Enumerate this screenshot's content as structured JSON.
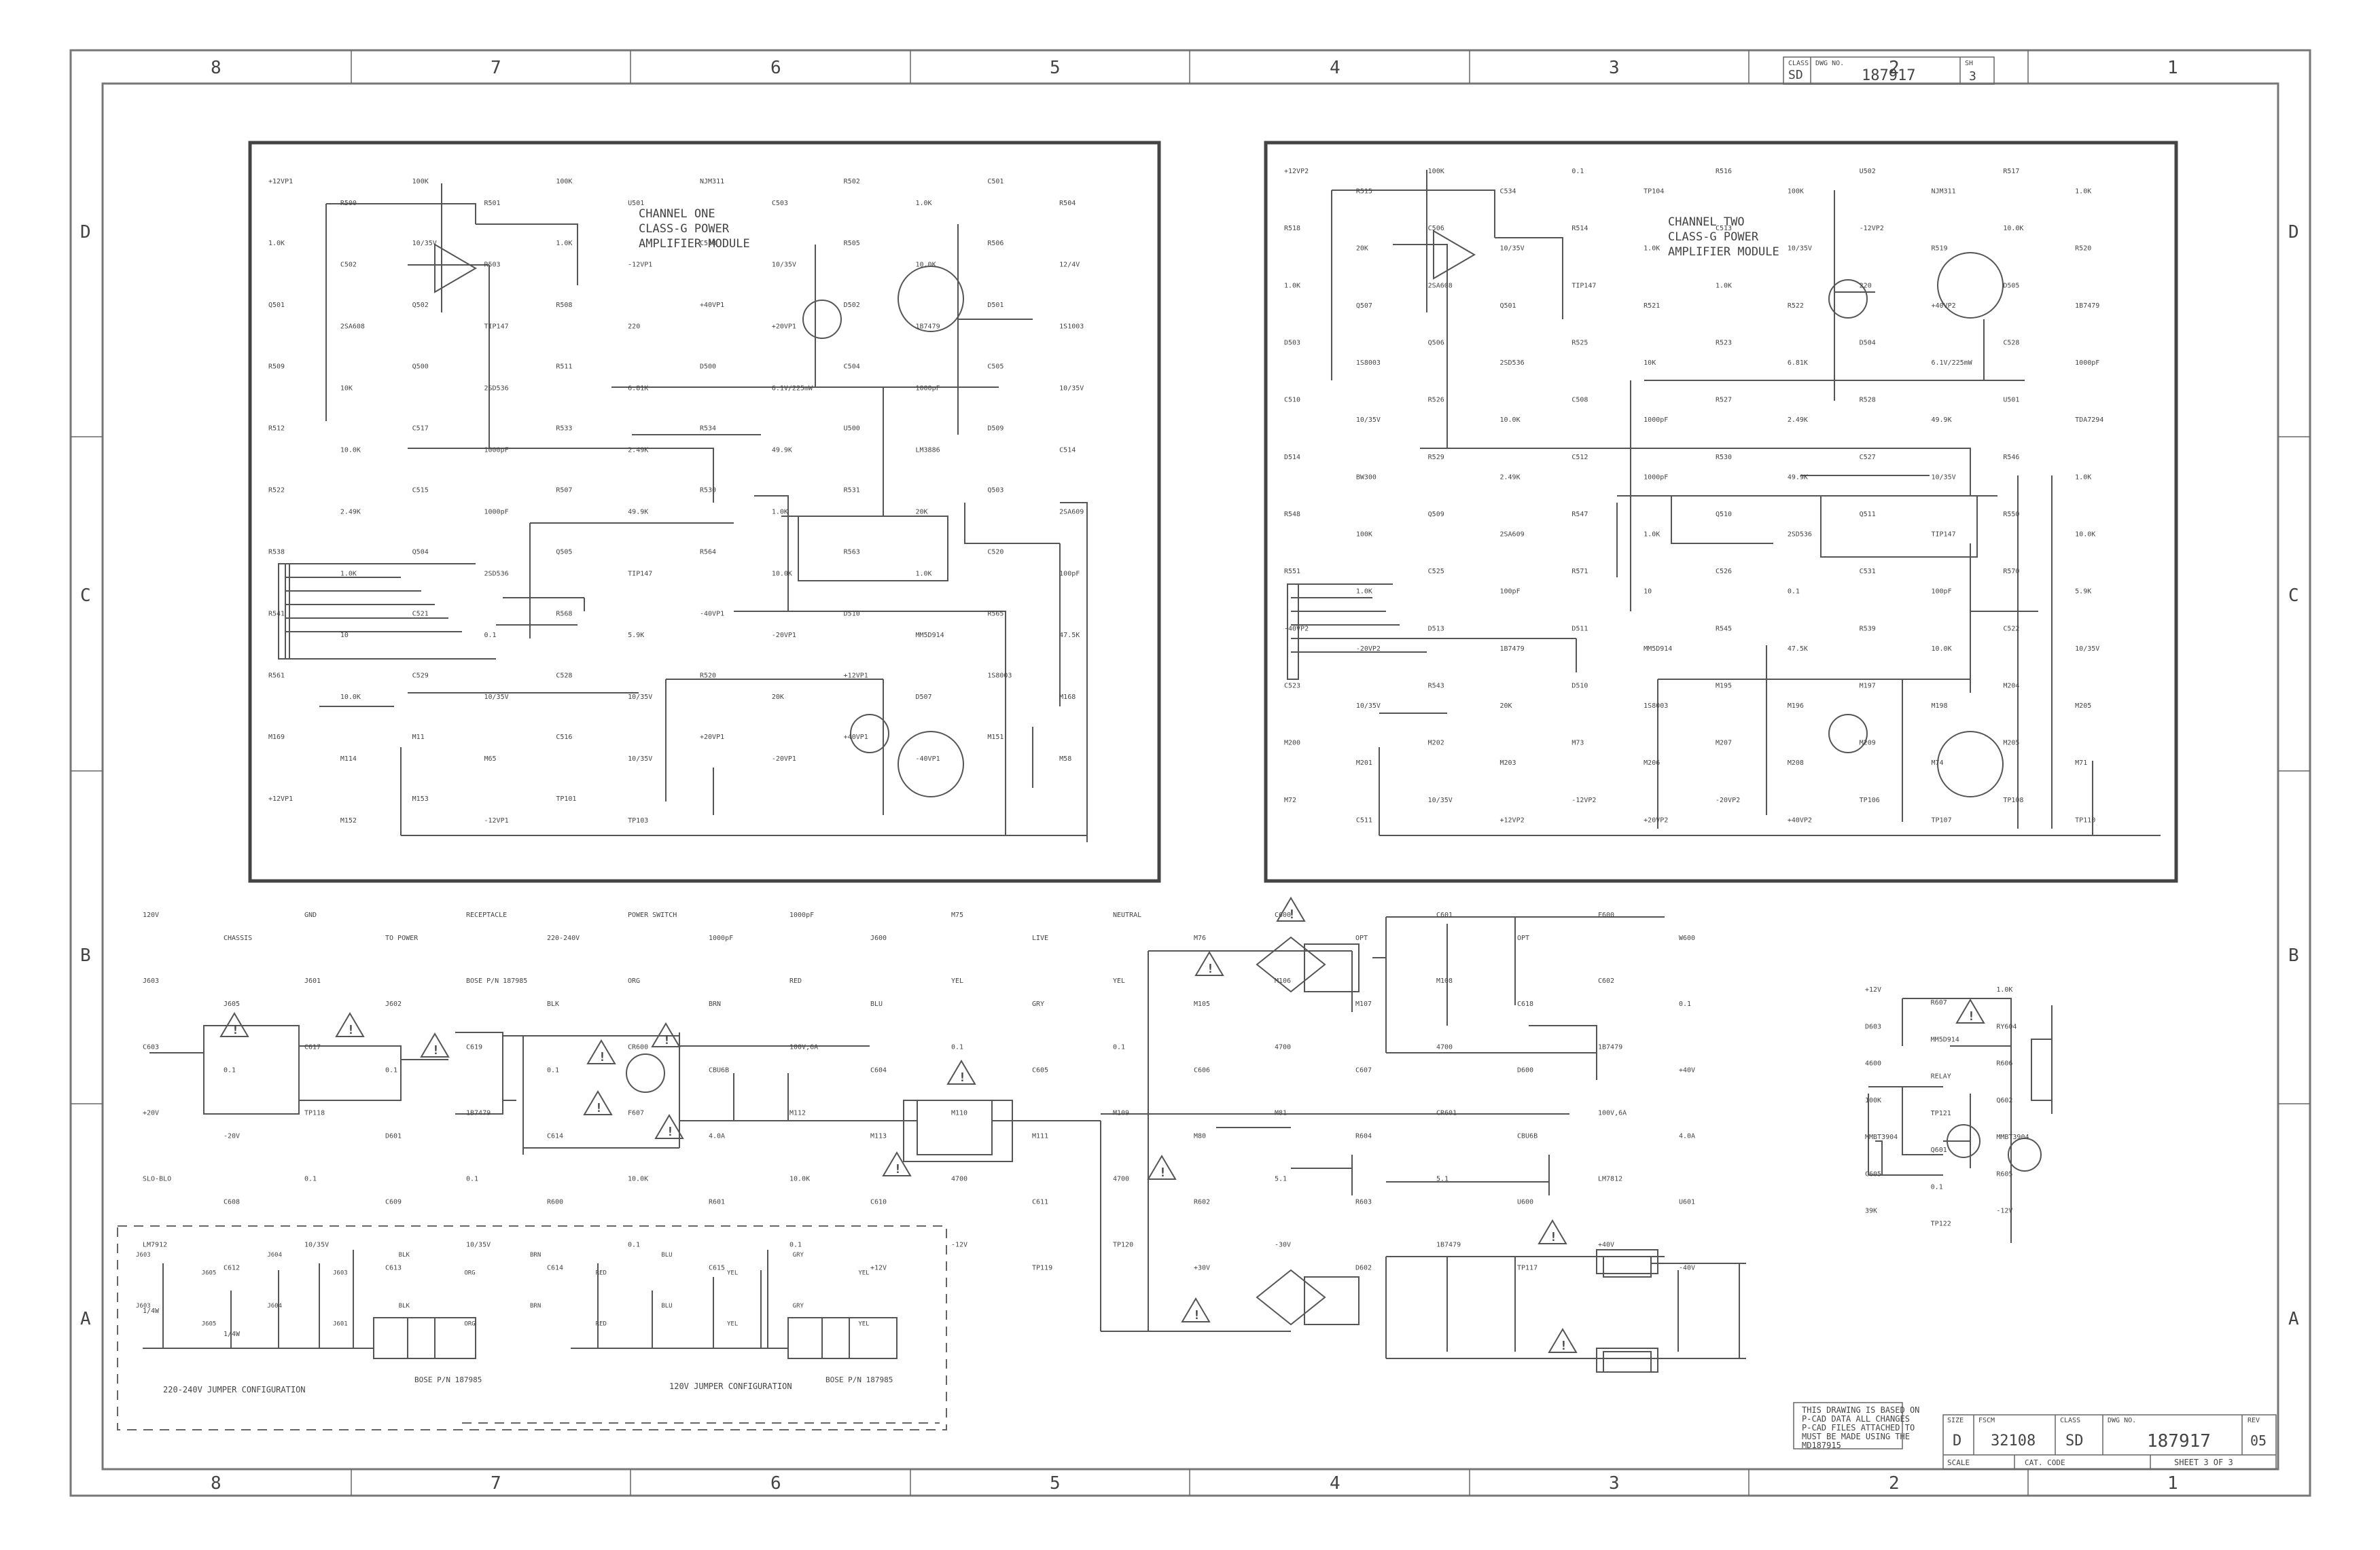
{
  "border": {
    "columns_top": [
      "8",
      "7",
      "6",
      "5",
      "4",
      "3",
      "2",
      "1"
    ],
    "columns_bottom": [
      "8",
      "7",
      "6",
      "5",
      "4",
      "3",
      "2",
      "1"
    ],
    "rows_left": [
      "D",
      "C",
      "B",
      "A"
    ],
    "rows_right": [
      "D",
      "C",
      "B",
      "A"
    ]
  },
  "header_block": {
    "class_label": "CLASS",
    "class_value": "SD",
    "dwg_label": "DWG NO.",
    "dwg_value": "187917",
    "sh_label": "SH",
    "sh_value": "3"
  },
  "title_block": {
    "note": [
      "THIS DRAWING IS BASED ON",
      "P-CAD DATA ALL CHANGES",
      "P-CAD FILES ATTACHED TO",
      "MUST BE MADE USING THE",
      "MD187915"
    ],
    "size_label": "SIZE",
    "size_value": "D",
    "fscm_label": "FSCM",
    "fscm_value": "32108",
    "class_label": "CLASS",
    "class_value": "SD",
    "dwg_label": "DWG NO.",
    "dwg_value": "187917",
    "rev_label": "REV",
    "rev_value": "05",
    "scale_label": "SCALE",
    "cat_label": "CAT. CODE",
    "sheet": "SHEET 3 OF 3"
  },
  "channel_one": {
    "title": [
      "CHANNEL ONE",
      "CLASS-G POWER",
      "AMPLIFIER MODULE"
    ],
    "labels": [
      {
        "t": "+12VP1"
      },
      {
        "t": "R500"
      },
      {
        "t": "100K"
      },
      {
        "t": "R501"
      },
      {
        "t": "100K"
      },
      {
        "t": "U501"
      },
      {
        "t": "NJM311"
      },
      {
        "t": "C503"
      },
      {
        "t": "R502"
      },
      {
        "t": "1.0K"
      },
      {
        "t": "C501"
      },
      {
        "t": "R504"
      },
      {
        "t": "1.0K"
      },
      {
        "t": "C502"
      },
      {
        "t": "10/35V"
      },
      {
        "t": "R503"
      },
      {
        "t": "1.0K"
      },
      {
        "t": "-12VP1"
      },
      {
        "t": "C518"
      },
      {
        "t": "10/35V"
      },
      {
        "t": "R505"
      },
      {
        "t": "10.0K"
      },
      {
        "t": "R506"
      },
      {
        "t": "12/4V"
      },
      {
        "t": "Q501"
      },
      {
        "t": "2SA608"
      },
      {
        "t": "Q502"
      },
      {
        "t": "TIP147"
      },
      {
        "t": "R508"
      },
      {
        "t": "220"
      },
      {
        "t": "+40VP1"
      },
      {
        "t": "+20VP1"
      },
      {
        "t": "D502"
      },
      {
        "t": "1B7479"
      },
      {
        "t": "D501"
      },
      {
        "t": "1S1003"
      },
      {
        "t": "R509"
      },
      {
        "t": "10K"
      },
      {
        "t": "Q500"
      },
      {
        "t": "2SD536"
      },
      {
        "t": "R511"
      },
      {
        "t": "6.81K"
      },
      {
        "t": "D500"
      },
      {
        "t": "6.1V/225mW"
      },
      {
        "t": "C504"
      },
      {
        "t": "1000pF"
      },
      {
        "t": "C505"
      },
      {
        "t": "10/35V"
      },
      {
        "t": "R512"
      },
      {
        "t": "10.0K"
      },
      {
        "t": "C517"
      },
      {
        "t": "1000pF"
      },
      {
        "t": "R533"
      },
      {
        "t": "2.49K"
      },
      {
        "t": "R534"
      },
      {
        "t": "49.9K"
      },
      {
        "t": "U500"
      },
      {
        "t": "LM3886"
      },
      {
        "t": "D509"
      },
      {
        "t": "C514"
      },
      {
        "t": "R522"
      },
      {
        "t": "2.49K"
      },
      {
        "t": "C515"
      },
      {
        "t": "1000pF"
      },
      {
        "t": "R507"
      },
      {
        "t": "49.9K"
      },
      {
        "t": "R530"
      },
      {
        "t": "1.0K"
      },
      {
        "t": "R531"
      },
      {
        "t": "20K"
      },
      {
        "t": "Q503"
      },
      {
        "t": "2SA609"
      },
      {
        "t": "R538"
      },
      {
        "t": "1.0K"
      },
      {
        "t": "Q504"
      },
      {
        "t": "2SD536"
      },
      {
        "t": "Q505"
      },
      {
        "t": "TIP147"
      },
      {
        "t": "R564"
      },
      {
        "t": "10.0K"
      },
      {
        "t": "R563"
      },
      {
        "t": "1.0K"
      },
      {
        "t": "C520"
      },
      {
        "t": "100pF"
      },
      {
        "t": "R541"
      },
      {
        "t": "10"
      },
      {
        "t": "C521"
      },
      {
        "t": "0.1"
      },
      {
        "t": "R568"
      },
      {
        "t": "5.9K"
      },
      {
        "t": "-40VP1"
      },
      {
        "t": "-20VP1"
      },
      {
        "t": "D510"
      },
      {
        "t": "MM5D914"
      },
      {
        "t": "R565"
      },
      {
        "t": "47.5K"
      },
      {
        "t": "R561"
      },
      {
        "t": "10.0K"
      },
      {
        "t": "C529"
      },
      {
        "t": "10/35V"
      },
      {
        "t": "C528"
      },
      {
        "t": "10/35V"
      },
      {
        "t": "R520"
      },
      {
        "t": "20K"
      },
      {
        "t": "+12VP1"
      },
      {
        "t": "D507"
      },
      {
        "t": "1S8003"
      },
      {
        "t": "M168"
      },
      {
        "t": "M169"
      },
      {
        "t": "M114"
      },
      {
        "t": "M11"
      },
      {
        "t": "M65"
      },
      {
        "t": "C516"
      },
      {
        "t": "10/35V"
      },
      {
        "t": "+20VP1"
      },
      {
        "t": "-20VP1"
      },
      {
        "t": "+40VP1"
      },
      {
        "t": "-40VP1"
      },
      {
        "t": "M151"
      },
      {
        "t": "M58"
      },
      {
        "t": "+12VP1"
      },
      {
        "t": "M152"
      },
      {
        "t": "M153"
      },
      {
        "t": "-12VP1"
      },
      {
        "t": "TP101"
      },
      {
        "t": "TP103"
      }
    ]
  },
  "channel_two": {
    "title": [
      "CHANNEL TWO",
      "CLASS-G POWER",
      "AMPLIFIER MODULE"
    ],
    "labels": [
      {
        "t": "+12VP2"
      },
      {
        "t": "R515"
      },
      {
        "t": "100K"
      },
      {
        "t": "C534"
      },
      {
        "t": "0.1"
      },
      {
        "t": "TP104"
      },
      {
        "t": "R516"
      },
      {
        "t": "100K"
      },
      {
        "t": "U502"
      },
      {
        "t": "NJM311"
      },
      {
        "t": "R517"
      },
      {
        "t": "1.0K"
      },
      {
        "t": "R518"
      },
      {
        "t": "20K"
      },
      {
        "t": "C506"
      },
      {
        "t": "10/35V"
      },
      {
        "t": "R514"
      },
      {
        "t": "1.0K"
      },
      {
        "t": "C513"
      },
      {
        "t": "10/35V"
      },
      {
        "t": "-12VP2"
      },
      {
        "t": "R519"
      },
      {
        "t": "10.0K"
      },
      {
        "t": "R520"
      },
      {
        "t": "1.0K"
      },
      {
        "t": "Q507"
      },
      {
        "t": "2SA608"
      },
      {
        "t": "Q501"
      },
      {
        "t": "TIP147"
      },
      {
        "t": "R521"
      },
      {
        "t": "1.0K"
      },
      {
        "t": "R522"
      },
      {
        "t": "220"
      },
      {
        "t": "+40VP2"
      },
      {
        "t": "D505"
      },
      {
        "t": "1B7479"
      },
      {
        "t": "D503"
      },
      {
        "t": "1S8003"
      },
      {
        "t": "Q506"
      },
      {
        "t": "2SD536"
      },
      {
        "t": "R525"
      },
      {
        "t": "10K"
      },
      {
        "t": "R523"
      },
      {
        "t": "6.81K"
      },
      {
        "t": "D504"
      },
      {
        "t": "6.1V/225mW"
      },
      {
        "t": "C528"
      },
      {
        "t": "1000pF"
      },
      {
        "t": "C510"
      },
      {
        "t": "10/35V"
      },
      {
        "t": "R526"
      },
      {
        "t": "10.0K"
      },
      {
        "t": "C508"
      },
      {
        "t": "1000pF"
      },
      {
        "t": "R527"
      },
      {
        "t": "2.49K"
      },
      {
        "t": "R528"
      },
      {
        "t": "49.9K"
      },
      {
        "t": "U501"
      },
      {
        "t": "TDA7294"
      },
      {
        "t": "D514"
      },
      {
        "t": "BW300"
      },
      {
        "t": "R529"
      },
      {
        "t": "2.49K"
      },
      {
        "t": "C512"
      },
      {
        "t": "1000pF"
      },
      {
        "t": "R530"
      },
      {
        "t": "49.9K"
      },
      {
        "t": "C527"
      },
      {
        "t": "10/35V"
      },
      {
        "t": "R546"
      },
      {
        "t": "1.0K"
      },
      {
        "t": "R548"
      },
      {
        "t": "100K"
      },
      {
        "t": "Q509"
      },
      {
        "t": "2SA609"
      },
      {
        "t": "R547"
      },
      {
        "t": "1.0K"
      },
      {
        "t": "Q510"
      },
      {
        "t": "2SD536"
      },
      {
        "t": "Q511"
      },
      {
        "t": "TIP147"
      },
      {
        "t": "R550"
      },
      {
        "t": "10.0K"
      },
      {
        "t": "R551"
      },
      {
        "t": "1.0K"
      },
      {
        "t": "C525"
      },
      {
        "t": "100pF"
      },
      {
        "t": "R571"
      },
      {
        "t": "10"
      },
      {
        "t": "C526"
      },
      {
        "t": "0.1"
      },
      {
        "t": "C531"
      },
      {
        "t": "100pF"
      },
      {
        "t": "R570"
      },
      {
        "t": "5.9K"
      },
      {
        "t": "-40VP2"
      },
      {
        "t": "-20VP2"
      },
      {
        "t": "D513"
      },
      {
        "t": "1B7479"
      },
      {
        "t": "D511"
      },
      {
        "t": "MM5D914"
      },
      {
        "t": "R545"
      },
      {
        "t": "47.5K"
      },
      {
        "t": "R539"
      },
      {
        "t": "10.0K"
      },
      {
        "t": "C522"
      },
      {
        "t": "10/35V"
      },
      {
        "t": "C523"
      },
      {
        "t": "10/35V"
      },
      {
        "t": "R543"
      },
      {
        "t": "20K"
      },
      {
        "t": "D510"
      },
      {
        "t": "1S8003"
      },
      {
        "t": "M195"
      },
      {
        "t": "M196"
      },
      {
        "t": "M197"
      },
      {
        "t": "M198"
      },
      {
        "t": "M204"
      },
      {
        "t": "M205"
      },
      {
        "t": "M200"
      },
      {
        "t": "M201"
      },
      {
        "t": "M202"
      },
      {
        "t": "M203"
      },
      {
        "t": "M73"
      },
      {
        "t": "M206"
      },
      {
        "t": "M207"
      },
      {
        "t": "M208"
      },
      {
        "t": "M209"
      },
      {
        "t": "M74"
      },
      {
        "t": "M205"
      },
      {
        "t": "M71"
      },
      {
        "t": "M72"
      },
      {
        "t": "C511"
      },
      {
        "t": "10/35V"
      },
      {
        "t": "+12VP2"
      },
      {
        "t": "-12VP2"
      },
      {
        "t": "+20VP2"
      },
      {
        "t": "-20VP2"
      },
      {
        "t": "+40VP2"
      },
      {
        "t": "TP106"
      },
      {
        "t": "TP107"
      },
      {
        "t": "TP108"
      },
      {
        "t": "TP110"
      }
    ]
  },
  "power_section": {
    "labels": [
      {
        "t": "120V"
      },
      {
        "t": "CHASSIS"
      },
      {
        "t": "GND"
      },
      {
        "t": "TO POWER"
      },
      {
        "t": "RECEPTACLE"
      },
      {
        "t": "220-240V"
      },
      {
        "t": "POWER SWITCH"
      },
      {
        "t": "1000pF"
      },
      {
        "t": "1000pF"
      },
      {
        "t": "J600"
      },
      {
        "t": "M75"
      },
      {
        "t": "LIVE"
      },
      {
        "t": "NEUTRAL"
      },
      {
        "t": "M76"
      },
      {
        "t": "C600"
      },
      {
        "t": "OPT"
      },
      {
        "t": "C601"
      },
      {
        "t": "OPT"
      },
      {
        "t": "F600"
      },
      {
        "t": "W600"
      },
      {
        "t": "J603"
      },
      {
        "t": "J605"
      },
      {
        "t": "J601"
      },
      {
        "t": "J602"
      },
      {
        "t": "BOSE P/N 187985"
      },
      {
        "t": "BLK"
      },
      {
        "t": "ORG"
      },
      {
        "t": "BRN"
      },
      {
        "t": "RED"
      },
      {
        "t": "BLU"
      },
      {
        "t": "YEL"
      },
      {
        "t": "GRY"
      },
      {
        "t": "YEL"
      },
      {
        "t": "M105"
      },
      {
        "t": "M106"
      },
      {
        "t": "M107"
      },
      {
        "t": "M108"
      },
      {
        "t": "C618"
      },
      {
        "t": "C602"
      },
      {
        "t": "0.1"
      },
      {
        "t": "C603"
      },
      {
        "t": "0.1"
      },
      {
        "t": "C617"
      },
      {
        "t": "0.1"
      },
      {
        "t": "C619"
      },
      {
        "t": "0.1"
      },
      {
        "t": "CR600"
      },
      {
        "t": "CBU6B"
      },
      {
        "t": "100V,6A"
      },
      {
        "t": "C604"
      },
      {
        "t": "0.1"
      },
      {
        "t": "C605"
      },
      {
        "t": "0.1"
      },
      {
        "t": "C606"
      },
      {
        "t": "4700"
      },
      {
        "t": "C607"
      },
      {
        "t": "4700"
      },
      {
        "t": "D600"
      },
      {
        "t": "1B7479"
      },
      {
        "t": "+40V"
      },
      {
        "t": "+20V"
      },
      {
        "t": "-20V"
      },
      {
        "t": "TP118"
      },
      {
        "t": "D601"
      },
      {
        "t": "1B7479"
      },
      {
        "t": "C614"
      },
      {
        "t": "F607"
      },
      {
        "t": "4.0A"
      },
      {
        "t": "M112"
      },
      {
        "t": "M113"
      },
      {
        "t": "M110"
      },
      {
        "t": "M111"
      },
      {
        "t": "M109"
      },
      {
        "t": "M80"
      },
      {
        "t": "M81"
      },
      {
        "t": "R604"
      },
      {
        "t": "CR601"
      },
      {
        "t": "CBU6B"
      },
      {
        "t": "100V,6A"
      },
      {
        "t": "4.0A"
      },
      {
        "t": "SLO-BLO"
      },
      {
        "t": "C608"
      },
      {
        "t": "0.1"
      },
      {
        "t": "C609"
      },
      {
        "t": "0.1"
      },
      {
        "t": "R600"
      },
      {
        "t": "10.0K"
      },
      {
        "t": "R601"
      },
      {
        "t": "10.0K"
      },
      {
        "t": "C610"
      },
      {
        "t": "4700"
      },
      {
        "t": "C611"
      },
      {
        "t": "4700"
      },
      {
        "t": "R602"
      },
      {
        "t": "5.1"
      },
      {
        "t": "R603"
      },
      {
        "t": "5.1"
      },
      {
        "t": "U600"
      },
      {
        "t": "LM7812"
      },
      {
        "t": "U601"
      },
      {
        "t": "LM7912"
      },
      {
        "t": "C612"
      },
      {
        "t": "10/35V"
      },
      {
        "t": "C613"
      },
      {
        "t": "10/35V"
      },
      {
        "t": "C614"
      },
      {
        "t": "0.1"
      },
      {
        "t": "C615"
      },
      {
        "t": "0.1"
      },
      {
        "t": "+12V"
      },
      {
        "t": "-12V"
      },
      {
        "t": "TP119"
      },
      {
        "t": "TP120"
      },
      {
        "t": "+30V"
      },
      {
        "t": "-30V"
      },
      {
        "t": "D602"
      },
      {
        "t": "1B7479"
      },
      {
        "t": "TP117"
      },
      {
        "t": "+40V"
      },
      {
        "t": "-40V"
      },
      {
        "t": "1/4W"
      },
      {
        "t": "1/4W"
      }
    ]
  },
  "relay_section": {
    "labels": [
      {
        "t": "+12V"
      },
      {
        "t": "R607"
      },
      {
        "t": "1.0K"
      },
      {
        "t": "D603"
      },
      {
        "t": "MM5D914"
      },
      {
        "t": "RY604"
      },
      {
        "t": "4600"
      },
      {
        "t": "RELAY"
      },
      {
        "t": "R606"
      },
      {
        "t": "100K"
      },
      {
        "t": "TP121"
      },
      {
        "t": "Q602"
      },
      {
        "t": "MMBT3904"
      },
      {
        "t": "Q601"
      },
      {
        "t": "MMBT3904"
      },
      {
        "t": "C605"
      },
      {
        "t": "0.1"
      },
      {
        "t": "R605"
      },
      {
        "t": "39K"
      },
      {
        "t": "TP122"
      },
      {
        "t": "-12V"
      }
    ]
  },
  "jumper_configs": {
    "left_caption": "220-240V JUMPER CONFIGURATION",
    "right_caption": "120V JUMPER CONFIGURATION",
    "bose_left": "BOSE P/N 187985",
    "bose_right": "BOSE P/N 187985",
    "labels": [
      {
        "t": "J603"
      },
      {
        "t": "J605"
      },
      {
        "t": "J604"
      },
      {
        "t": "J603"
      },
      {
        "t": "BLK"
      },
      {
        "t": "ORG"
      },
      {
        "t": "BRN"
      },
      {
        "t": "RED"
      },
      {
        "t": "BLU"
      },
      {
        "t": "YEL"
      },
      {
        "t": "GRY"
      },
      {
        "t": "YEL"
      },
      {
        "t": "J603"
      },
      {
        "t": "J605"
      },
      {
        "t": "J604"
      },
      {
        "t": "J601"
      },
      {
        "t": "BLK"
      },
      {
        "t": "ORG"
      },
      {
        "t": "BRN"
      },
      {
        "t": "RED"
      },
      {
        "t": "BLU"
      },
      {
        "t": "YEL"
      },
      {
        "t": "GRY"
      },
      {
        "t": "YEL"
      }
    ]
  },
  "warning_symbols": [
    "!",
    "!",
    "!",
    "!",
    "!",
    "!",
    "!",
    "!",
    "!",
    "!",
    "!",
    "!",
    "!",
    "!",
    "!",
    "!"
  ],
  "colors": {
    "line": "#555555",
    "frame": "#777777",
    "box": "#444444",
    "paper": "#ffffff"
  }
}
